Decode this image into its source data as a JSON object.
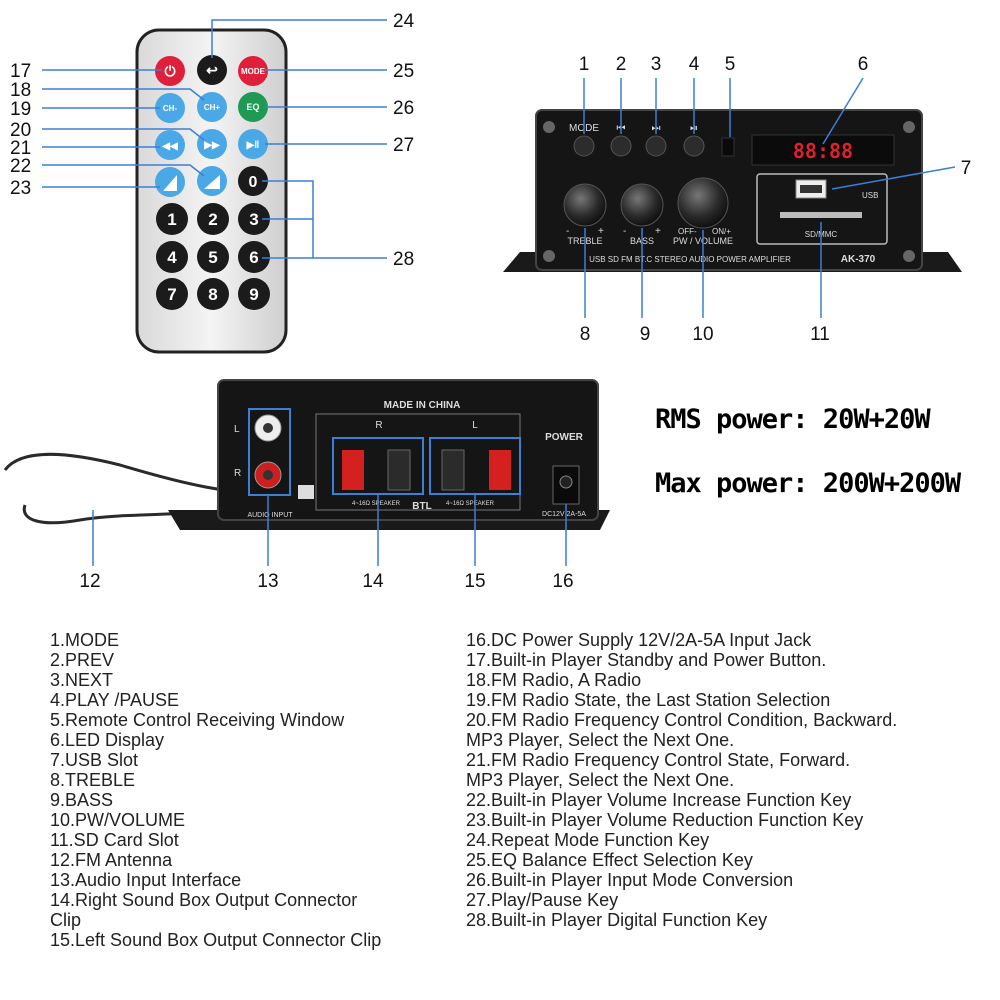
{
  "callouts": {
    "n1": "1",
    "n2": "2",
    "n3": "3",
    "n4": "4",
    "n5": "5",
    "n6": "6",
    "n7": "7",
    "n8": "8",
    "n9": "9",
    "n10": "10",
    "n11": "11",
    "n12": "12",
    "n13": "13",
    "n14": "14",
    "n15": "15",
    "n16": "16",
    "n17": "17",
    "n18": "18",
    "n19": "19",
    "n20": "20",
    "n21": "21",
    "n22": "22",
    "n23": "23",
    "n24": "24",
    "n25": "25",
    "n26": "26",
    "n27": "27",
    "n28": "28"
  },
  "remote": {
    "keys": {
      "mode": "MODE",
      "ch_minus": "CH-",
      "ch_plus": "CH+",
      "eq": "EQ",
      "zero": "0",
      "d1": "1",
      "d2": "2",
      "d3": "3",
      "d4": "4",
      "d5": "5",
      "d6": "6",
      "d7": "7",
      "d8": "8",
      "d9": "9"
    }
  },
  "front_panel": {
    "mode_label": "MODE",
    "prev_glyph": "⏮",
    "next_glyph": "⏭",
    "play_glyph": "⏯",
    "display_text": "88:88",
    "usb_label": "USB",
    "sd_label": "SD/MMC",
    "treble_label": "TREBLE",
    "bass_label": "BASS",
    "volume_label": "PW / VOLUME",
    "off_label": "OFF-",
    "on_label": "ON/+",
    "minus": "-",
    "plus": "+",
    "model_text": "USB SD FM BT.C STEREO AUDIO POWER AMPLIFIER",
    "model_number": "AK-370"
  },
  "rear_panel": {
    "made_in": "MADE IN CHINA",
    "power_label": "POWER",
    "l_label": "L",
    "r_label": "R",
    "btl_label": "BTL",
    "speaker_spec": "4~16Ω SPEAKER",
    "dc_spec": "DC12V 2A-5A",
    "audio_input_label": "AUDIO INPUT"
  },
  "specs": {
    "rms": "RMS power: 20W+20W",
    "max": "Max power: 200W+200W"
  },
  "legend_left": [
    "1.MODE",
    "2.PREV",
    "3.NEXT",
    "4.PLAY /PAUSE",
    "5.Remote Control Receiving Window",
    "6.LED Display",
    "7.USB Slot",
    "8.TREBLE",
    "9.BASS",
    "10.PW/VOLUME",
    "11.SD Card Slot",
    "12.FM Antenna",
    "13.Audio Input Interface",
    "14.Right Sound Box Output Connector",
    "Clip",
    "15.Left Sound Box Output Connector Clip"
  ],
  "legend_right": [
    "16.DC Power Supply 12V/2A-5A Input Jack",
    "17.Built-in Player Standby and Power Button.",
    "18.FM Radio, A Radio",
    "19.FM Radio State, the Last Station Selection",
    "20.FM Radio Frequency Control Condition, Backward.",
    "MP3 Player, Select the Next One.",
    "21.FM Radio Frequency Control State, Forward.",
    "MP3 Player, Select the Next One.",
    "22.Built-in Player Volume Increase Function Key",
    "23.Built-in Player Volume Reduction Function Key",
    "24.Repeat Mode Function Key",
    "25.EQ Balance Effect Selection Key",
    "26.Built-in Player  Input Mode Conversion",
    "27.Play/Pause Key",
    "28.Built-in Player Digital Function Key"
  ],
  "colors": {
    "red_key": "#e0203a",
    "green_key": "#1f9a55",
    "blue_key": "#4aa8e6",
    "black_key": "#1b1b1b",
    "panel": "#151515",
    "led": "#e0202a",
    "highlight_box": "#3b7fd6"
  }
}
